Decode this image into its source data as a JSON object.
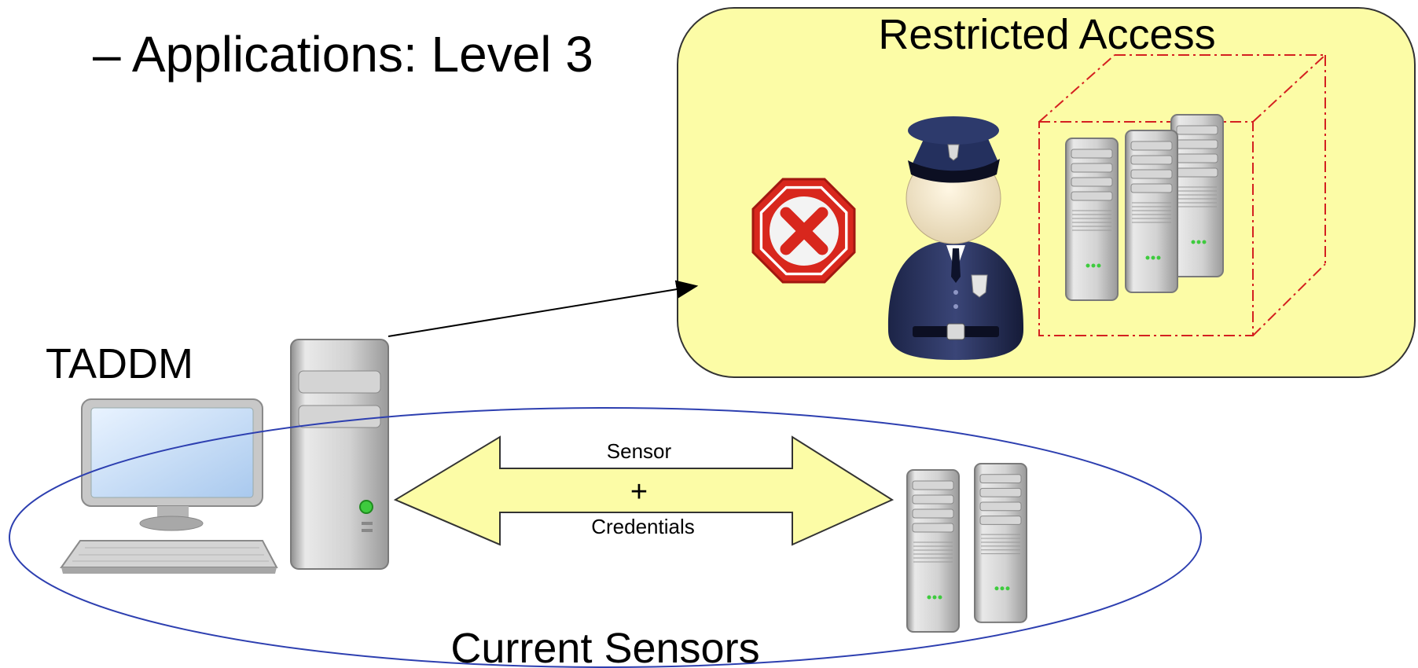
{
  "heading": "– Applications: Level 3",
  "restricted_zone": {
    "label": "Restricted Access",
    "fill": "#fcfca6",
    "stroke": "#333333"
  },
  "taddm": {
    "label": "TADDM"
  },
  "connection": {
    "top_label": "Sensor",
    "plus": "+",
    "bottom_label": "Credentials",
    "arrow_fill": "#fcfca6"
  },
  "sensors_zone": {
    "label": "Current Sensors",
    "stroke": "#2d3fb0"
  },
  "icons": {
    "stop": "stop-sign-icon",
    "guard": "security-guard-icon",
    "servers": "server-rack-icon",
    "workstation": "desktop-computer-icon",
    "tower": "tower-pc-icon",
    "box": "dashed-box-icon"
  }
}
